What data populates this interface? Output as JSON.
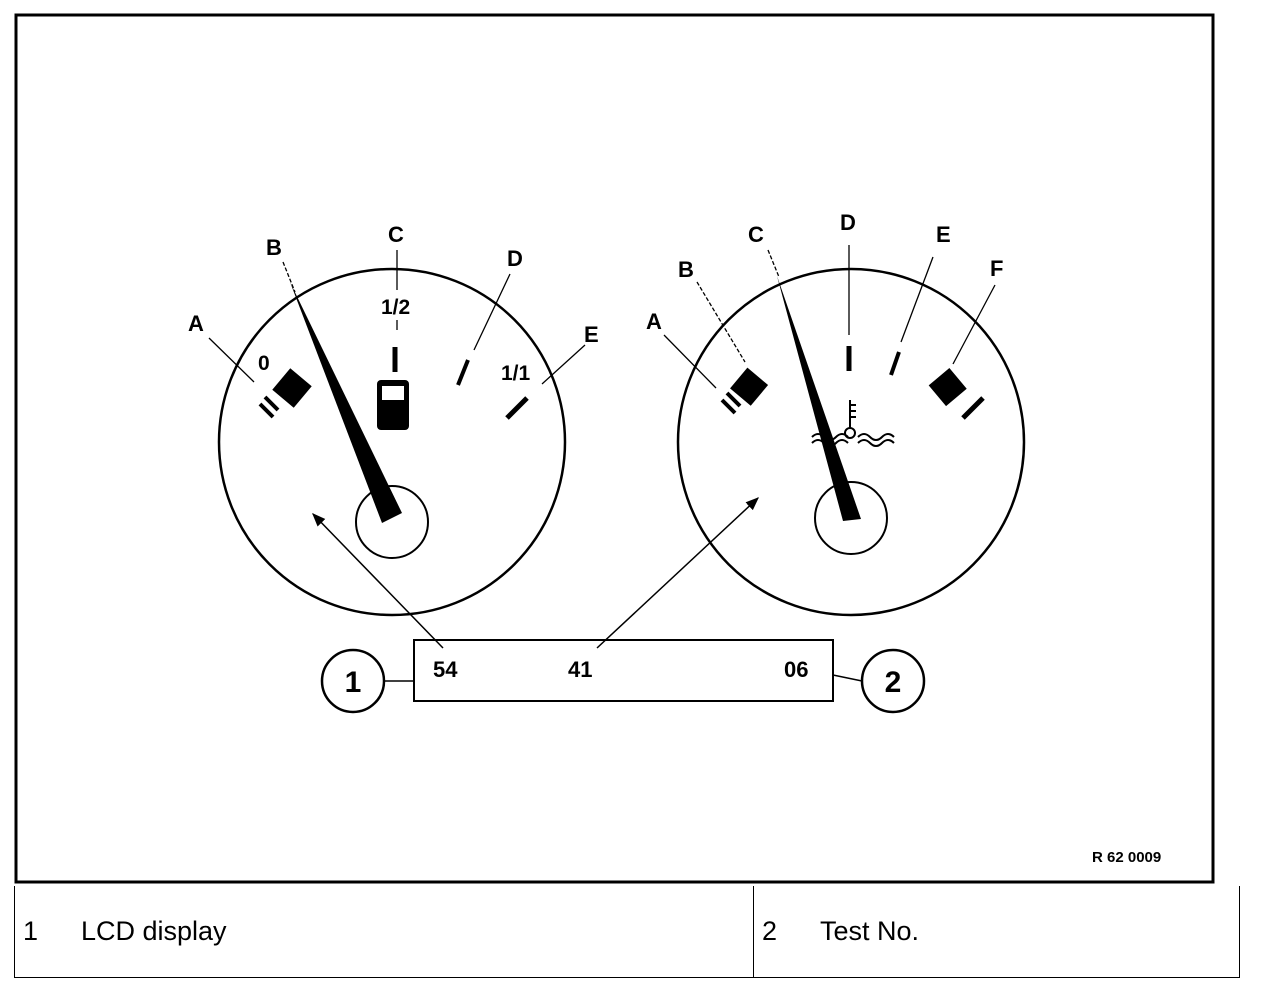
{
  "figure": {
    "left_gauge": {
      "labels": {
        "a": "A",
        "b": "B",
        "c": "C",
        "d": "D",
        "e": "E"
      },
      "scale": {
        "empty": "0",
        "half": "1/2",
        "full": "1/1"
      },
      "center_icon": "fuel-pump-icon"
    },
    "right_gauge": {
      "labels": {
        "a": "A",
        "b": "B",
        "c": "C",
        "d": "D",
        "e": "E",
        "f": "F"
      },
      "center_icon": "coolant-temperature-icon"
    },
    "lcd": {
      "left_value": "54",
      "mid_value": "41",
      "right_value": "06"
    },
    "callouts": {
      "one": "1",
      "two": "2"
    },
    "reference": "R 62 0009"
  },
  "legend": [
    {
      "num": "1",
      "text": "LCD display"
    },
    {
      "num": "2",
      "text": "Test No."
    }
  ]
}
